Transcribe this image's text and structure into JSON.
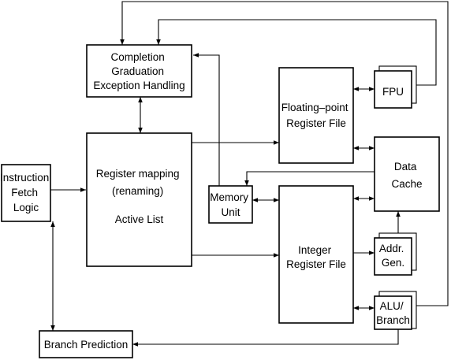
{
  "blocks": {
    "completion": {
      "lines": [
        "Completion",
        "Graduation",
        "Exception Handling"
      ]
    },
    "instruction_fetch": {
      "lines": [
        "Instruction",
        "Fetch",
        "Logic"
      ]
    },
    "register_mapping": {
      "lines": [
        "Register mapping",
        "(renaming)",
        "",
        "Active List"
      ]
    },
    "memory_unit": {
      "lines": [
        "Memory",
        "Unit"
      ]
    },
    "fp_register_file": {
      "lines": [
        "Floating–point",
        "Register File"
      ]
    },
    "fpu": {
      "lines": [
        "FPU"
      ]
    },
    "data_cache": {
      "lines": [
        "Data",
        "Cache"
      ]
    },
    "integer_register_file": {
      "lines": [
        "Integer",
        "Register File"
      ]
    },
    "addr_gen": {
      "lines": [
        "Addr.",
        "Gen."
      ]
    },
    "alu_branch": {
      "lines": [
        "ALU/",
        "Branch"
      ]
    },
    "branch_prediction": {
      "lines": [
        "Branch Prediction"
      ]
    }
  }
}
